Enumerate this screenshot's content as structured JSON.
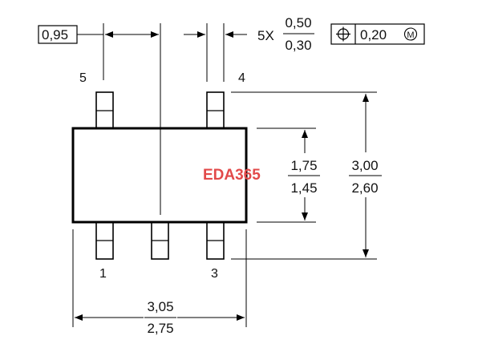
{
  "pitch": {
    "value": "0,95"
  },
  "lead_width": {
    "count": "5X",
    "max": "0,50",
    "min": "0,30"
  },
  "position_tolerance": {
    "symbol": "position-symbol",
    "value": "0,20",
    "modifier": "M"
  },
  "body_width": {
    "max": "1,75",
    "min": "1,45"
  },
  "total_width": {
    "max": "3,00",
    "min": "2,60"
  },
  "total_length": {
    "max": "3,05",
    "min": "2,75"
  },
  "pins": {
    "p1": "1",
    "p3": "3",
    "p4": "4",
    "p5": "5"
  },
  "watermark": "EDA365"
}
